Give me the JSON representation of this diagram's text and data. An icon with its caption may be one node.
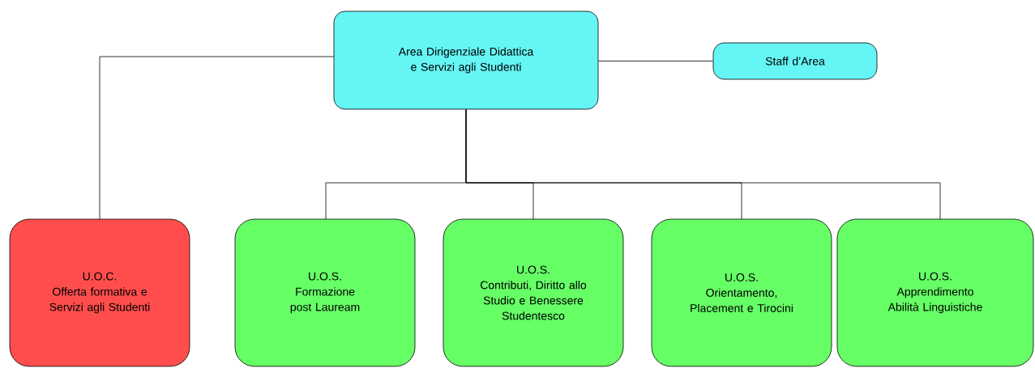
{
  "diagram": {
    "nodes": [
      {
        "text": [
          "Area Dirigenziale Didattica e Servizi agli Studenti"
        ]
      },
      {
        "text": [
          "Staff d’Area"
        ]
      },
      {
        "text": [
          "U.O.C.",
          "Offerta formativa e Servizi agli Studenti"
        ]
      },
      {
        "text": [
          "U.O.S.",
          "Formazione post Lauream"
        ]
      },
      {
        "text": [
          "U.O.S.",
          "Contributi, Diritto allo Studio e Benessere Studentesco"
        ]
      },
      {
        "text": [
          "U.O.S.",
          "Orientamento, Placement e Tirocini"
        ]
      },
      {
        "text": [
          "U.O.S.",
          "Apprendimento Abilità Linguistiche"
        ]
      }
    ],
    "edges": [
      {
        "from": 0,
        "to": 1,
        "arrow": "none"
      },
      {
        "from": 0,
        "to": 2,
        "arrow": "none"
      },
      {
        "from": 0,
        "to": 3,
        "arrow": "none"
      },
      {
        "from": 0,
        "to": 4,
        "arrow": "none"
      },
      {
        "from": 0,
        "to": 5,
        "arrow": "none"
      },
      {
        "from": 0,
        "to": 6,
        "arrow": "none"
      }
    ]
  }
}
